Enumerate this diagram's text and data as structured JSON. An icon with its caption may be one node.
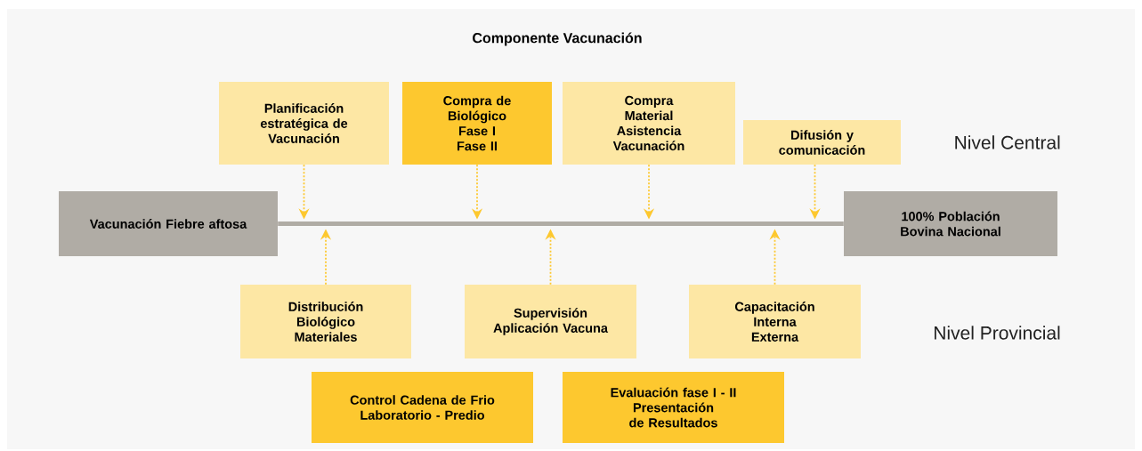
{
  "diagram": {
    "title": "Componente Vacunación",
    "nodes": [
      {
        "text": [
          "Vacunación Fiebre aftosa"
        ]
      },
      {
        "text": [
          "100% Población Bovina Nacional"
        ]
      },
      {
        "text": [
          "Planificación estratégica de Vacunación"
        ]
      },
      {
        "text": [
          "Compra de Biológico",
          "Fase I",
          "Fase II"
        ]
      },
      {
        "text": [
          "Compra Material Asistencia Vacunación"
        ]
      },
      {
        "text": [
          "Difusión y comunicación"
        ]
      },
      {
        "text": [
          "Distribución Biológico Materiales"
        ]
      },
      {
        "text": [
          "Supervisión Aplicación Vacuna"
        ]
      },
      {
        "text": [
          "Capacitación Interna Externa"
        ]
      },
      {
        "text": [
          "Control Cadena de Frio",
          "Laboratorio - Predio"
        ]
      },
      {
        "text": [
          "Evaluación fase I - II",
          "Presentación de Resultados"
        ]
      }
    ],
    "edges": [
      {
        "from": 0,
        "to": 1,
        "arrow": "none",
        "style": "thick",
        "color": "#b0aca5"
      },
      {
        "from": 2,
        "to": null,
        "arrow": "to",
        "style": "dashed"
      },
      {
        "from": 3,
        "to": null,
        "arrow": "to",
        "style": "dashed"
      },
      {
        "from": 4,
        "to": null,
        "arrow": "to",
        "style": "dashed"
      },
      {
        "from": 5,
        "to": null,
        "arrow": "to",
        "style": "dashed"
      },
      {
        "from": 6,
        "to": null,
        "arrow": "to",
        "style": "dashed"
      },
      {
        "from": 7,
        "to": null,
        "arrow": "to",
        "style": "dashed"
      },
      {
        "from": 8,
        "to": null,
        "arrow": "to",
        "style": "dashed"
      }
    ],
    "labels": [
      "Nivel Central",
      "Nivel Provincial"
    ]
  }
}
